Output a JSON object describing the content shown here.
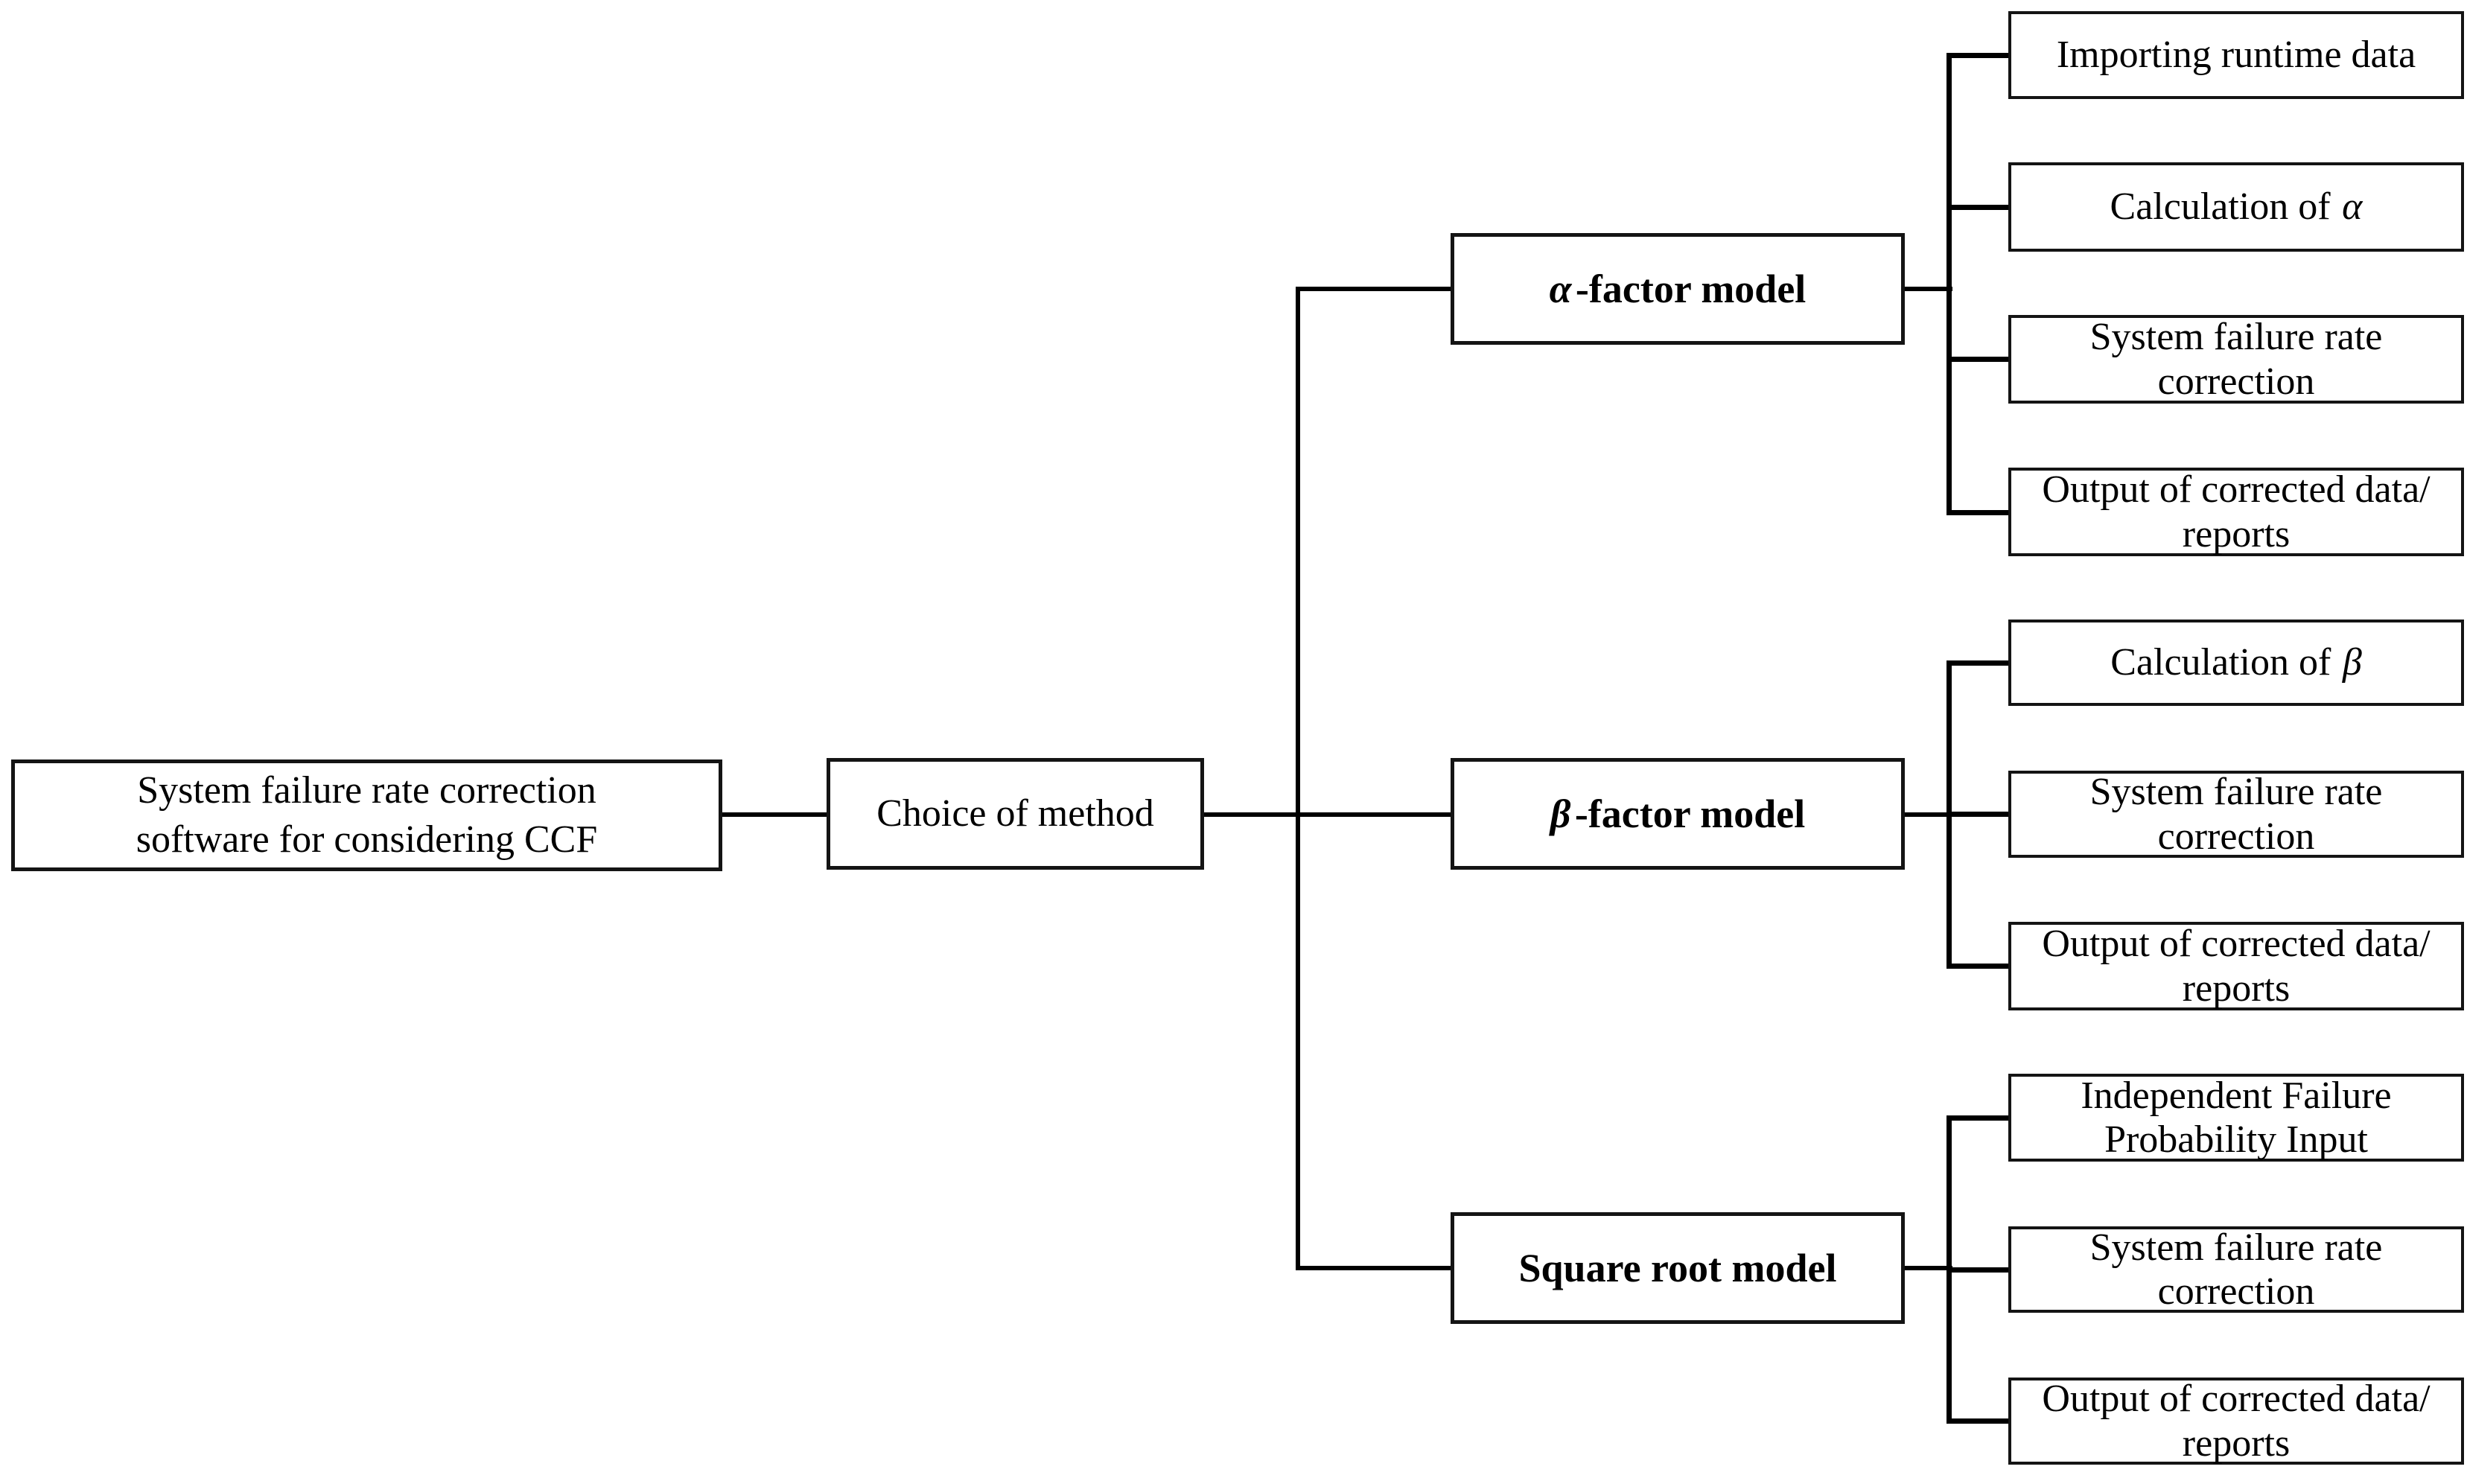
{
  "figure": {
    "title_hint": "Flowchart of CCF correction software",
    "root": {
      "line1": "System failure rate correction",
      "line2": "software for  considering CCF"
    },
    "decision": {
      "label": "Choice of method"
    },
    "branches": [
      {
        "model": {
          "greek": "α",
          "label": "-factor model"
        },
        "children": [
          {
            "label": "Importing runtime data"
          },
          {
            "label": "Calculation of",
            "greek": "α"
          },
          {
            "label": "System failure rate correction"
          },
          {
            "label": "Output of corrected data/ reports"
          }
        ]
      },
      {
        "model": {
          "greek": "β",
          "label": "-factor model"
        },
        "children": [
          {
            "label": "Calculation of",
            "greek": "β"
          },
          {
            "label": "System failure rate correction"
          },
          {
            "label": "Output of corrected data/ reports"
          }
        ]
      },
      {
        "model": {
          "greek": "",
          "label": "Square root model"
        },
        "children": [
          {
            "label": "Independent Failure Probability Input"
          },
          {
            "label": "System failure rate correction"
          },
          {
            "label": "Output of corrected data/ reports"
          }
        ]
      }
    ],
    "colors": {
      "line": "#000000",
      "border": "#141414",
      "background": "#ffffff",
      "text": "#000000"
    }
  }
}
